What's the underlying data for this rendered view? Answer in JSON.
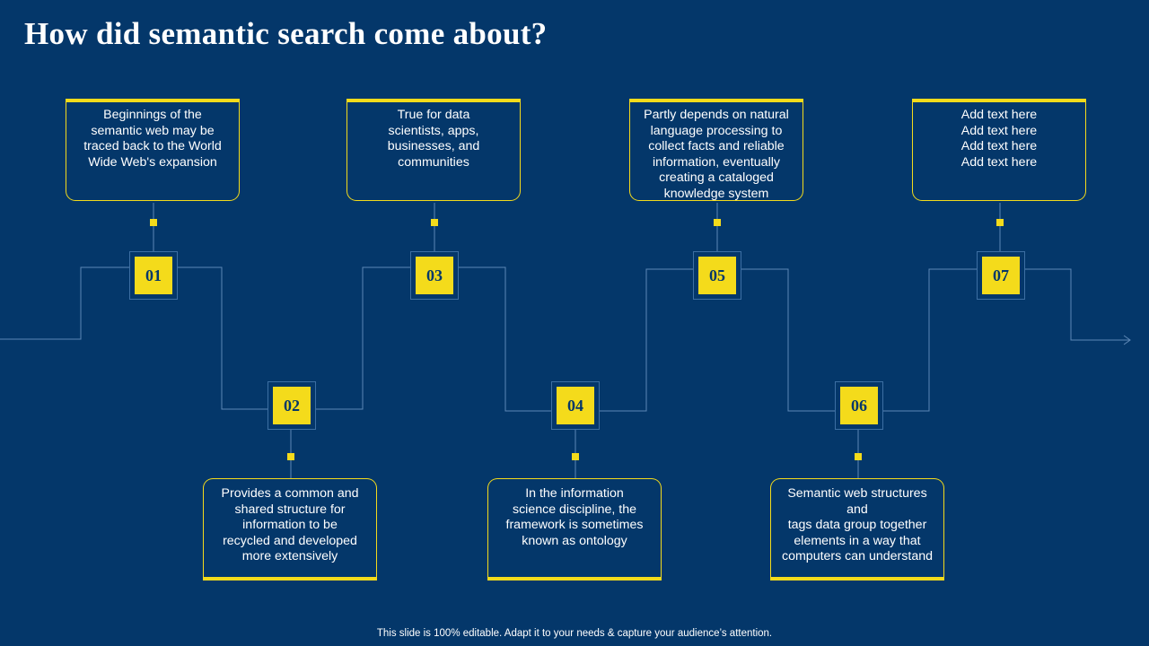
{
  "title": "How did semantic search come about?",
  "steps": [
    {
      "number": "01",
      "text": "Beginnings of the\nsemantic web may be\ntraced back to the World\nWide Web's expansion"
    },
    {
      "number": "02",
      "text": "Provides a common and\nshared structure for\ninformation to be\nrecycled and developed\nmore extensively"
    },
    {
      "number": "03",
      "text": "True for data\nscientists, apps,\nbusinesses, and\ncommunities"
    },
    {
      "number": "04",
      "text": "In the information\nscience discipline, the\nframework is sometimes\nknown as ontology"
    },
    {
      "number": "05",
      "text": "Partly depends on natural\nlanguage processing to\ncollect facts and reliable\ninformation, eventually\ncreating a cataloged\nknowledge system"
    },
    {
      "number": "06",
      "text": "Semantic web structures and\ntags data group together\nelements in a way that\ncomputers can understand"
    },
    {
      "number": "07",
      "text": "Add text here\nAdd text here\nAdd text here\nAdd text here"
    }
  ],
  "footer": "This slide is 100% editable. Adapt it to your needs & capture your audience’s attention.",
  "colors": {
    "background": "#04376a",
    "accent": "#f4db1b",
    "line": "#3d6fa3"
  }
}
